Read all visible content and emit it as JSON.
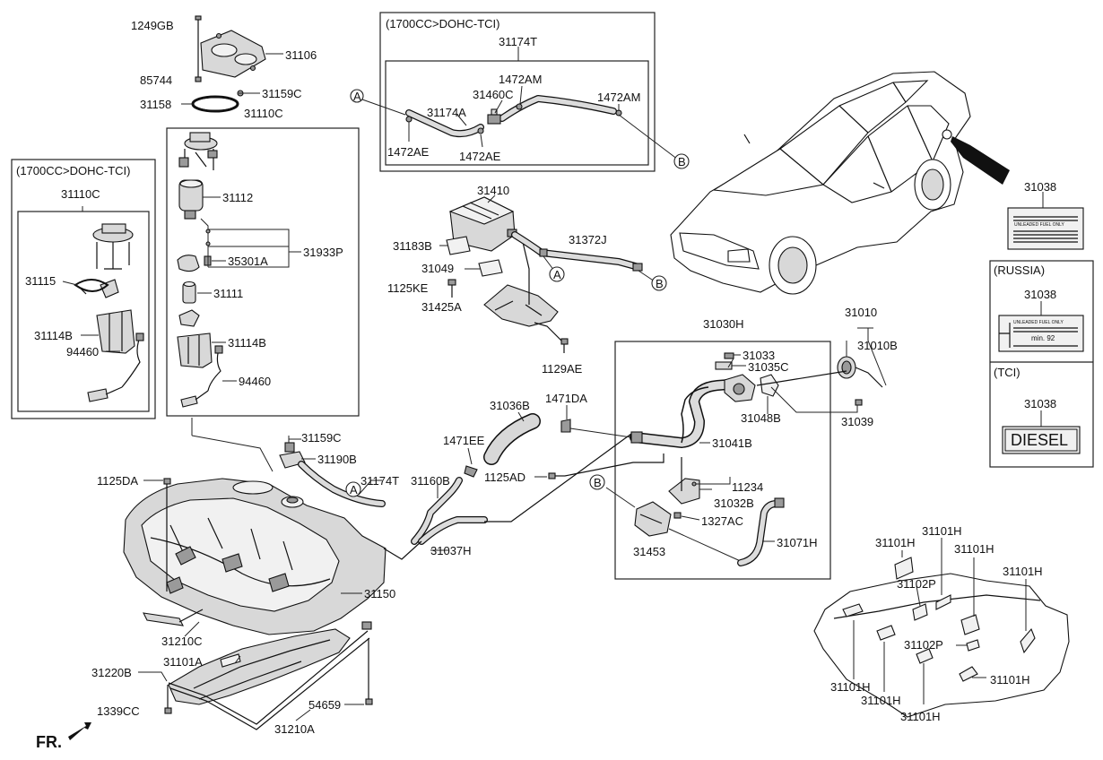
{
  "part_labels": {
    "p1249GB": "1249GB",
    "p31106": "31106",
    "p85744": "85744",
    "p31159C_top": "31159C",
    "p31158": "31158",
    "p31110C_main": "31110C",
    "p31112": "31112",
    "p35301A": "35301A",
    "p31933P": "31933P",
    "p31111": "31111",
    "p31114B_main": "31114B",
    "p94460_main": "94460",
    "p31110C_inset": "31110C",
    "p31115": "31115",
    "p31114B_inset": "31114B",
    "p94460_inset": "94460",
    "p31174T_top": "31174T",
    "p1472AM_a": "1472AM",
    "p31460C": "31460C",
    "p1472AM_b": "1472AM",
    "p31174A": "31174A",
    "p1472AE_a": "1472AE",
    "p1472AE_b": "1472AE",
    "p31410": "31410",
    "p31183B": "31183B",
    "p31372J": "31372J",
    "p31049": "31049",
    "p1125KE": "1125KE",
    "p31425A": "31425A",
    "p1129AE": "1129AE",
    "p31038_car": "31038",
    "p31038_russia": "31038",
    "p31038_tci": "31038",
    "p31030H": "31030H",
    "p31033": "31033",
    "p31035C": "31035C",
    "p31010": "31010",
    "p31010B": "31010B",
    "p31048B": "31048B",
    "p31039": "31039",
    "p31036B": "31036B",
    "p1471DA": "1471DA",
    "p1471EE": "1471EE",
    "p31041B": "31041B",
    "p1125AD": "1125AD",
    "p11234": "11234",
    "p31032B": "31032B",
    "p1327AC": "1327AC",
    "p31453": "31453",
    "p31071H": "31071H",
    "p31159C_tank": "31159C",
    "p31190B": "31190B",
    "p1125DA": "1125DA",
    "p31174T_mid": "31174T",
    "p31160B": "31160B",
    "p31037H": "31037H",
    "p31150": "31150",
    "p31210C": "31210C",
    "p31220B": "31220B",
    "p31101A": "31101A",
    "p1339CC": "1339CC",
    "p54659": "54659",
    "p31210A": "31210A",
    "p31101H_1": "31101H",
    "p31101H_2": "31101H",
    "p31101H_3": "31101H",
    "p31101H_4": "31101H",
    "p31102P_1": "31102P",
    "p31102P_2": "31102P",
    "p31101H_5": "31101H",
    "p31101H_6": "31101H",
    "p31101H_7": "31101H",
    "p31101H_8": "31101H"
  },
  "callouts": {
    "A": "A",
    "B": "B"
  },
  "inset_headers": {
    "pump_inset": "(1700CC>DOHC-TCI)",
    "vent_inset": "(1700CC>DOHC-TCI)",
    "russia": "(RUSSIA)",
    "tci": "(TCI)"
  },
  "fuel_labels": {
    "car_label_text": "UNLEADED FUEL ONLY",
    "russia_label_text": "UNLEADED FUEL ONLY",
    "russia_octane": "min. 92",
    "diesel_text": "DIESEL"
  },
  "direction": {
    "fr": "FR."
  },
  "colors": {
    "ink": "#111111",
    "fill": "#d8d8d8",
    "dark": "#9a9a9a"
  }
}
